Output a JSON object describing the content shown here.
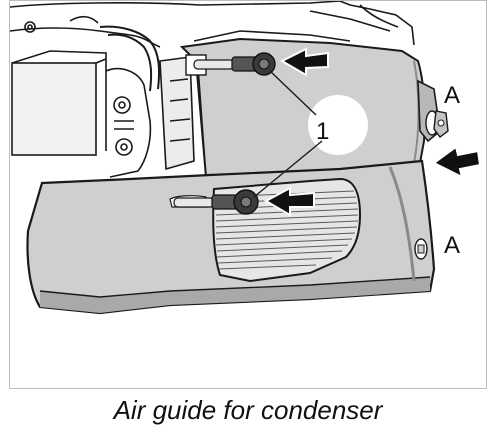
{
  "figure": {
    "caption": "Air guide for condenser",
    "callouts": {
      "part_number": "1",
      "detail_a_top": "A",
      "detail_a_bottom": "A"
    }
  },
  "colors": {
    "panel_fill": "#cfcfcf",
    "panel_shadow": "#9a9a9a",
    "outline": "#1a1a1a",
    "arrow": "#111111",
    "highlight": "#ffffff"
  }
}
